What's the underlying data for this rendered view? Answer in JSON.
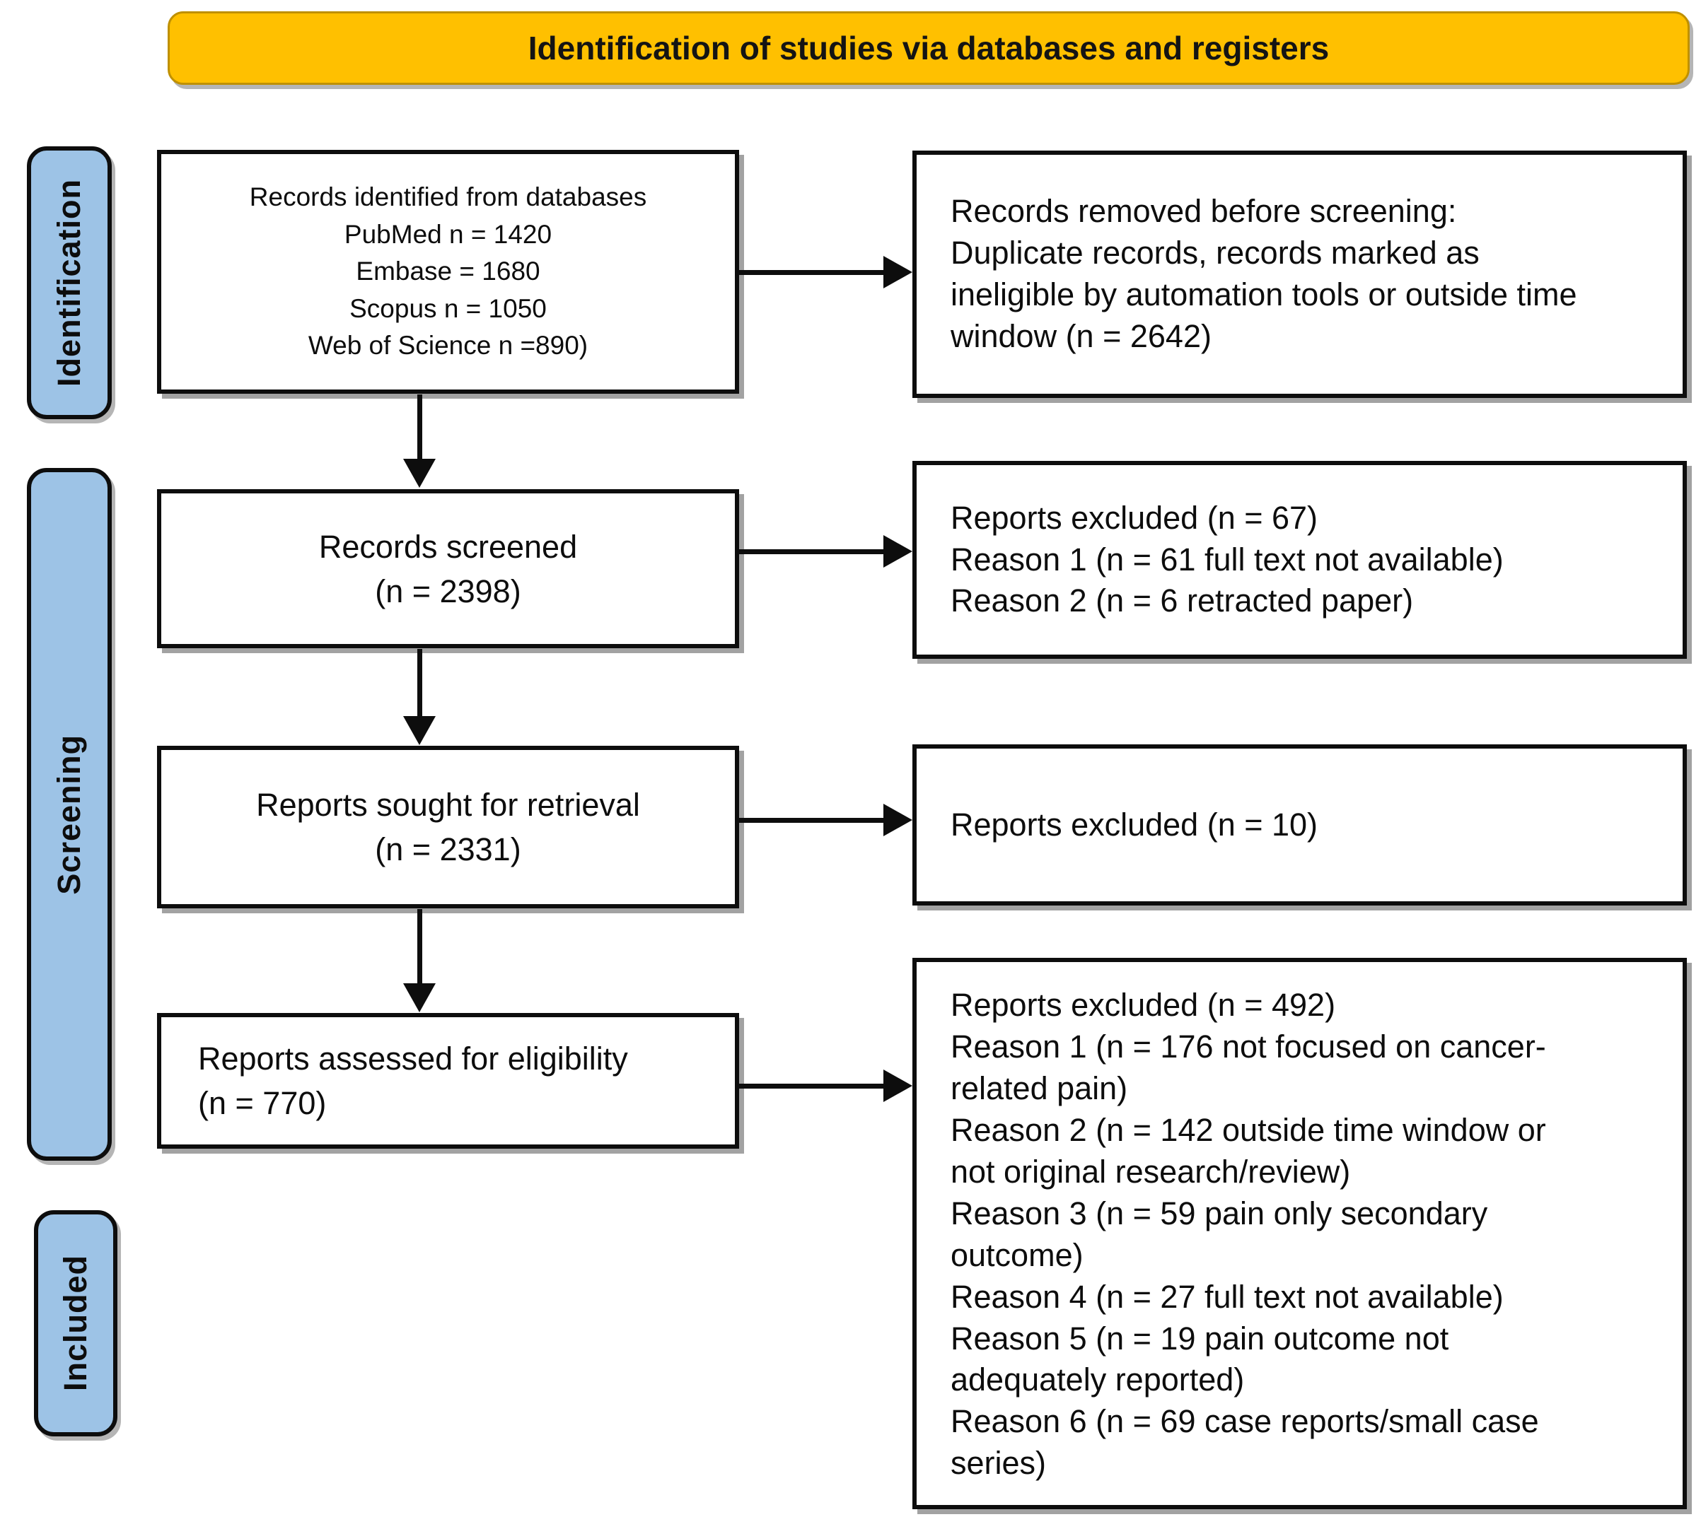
{
  "banner": {
    "title": "Identification of studies via databases and registers"
  },
  "stages": [
    {
      "label": "Identification"
    },
    {
      "label": "Screening"
    },
    {
      "label": "Included"
    }
  ],
  "boxes": {
    "records_identified": {
      "lines": [
        "Records identified from databases",
        "PubMed n = 1420",
        "Embase = 1680",
        "Scopus n = 1050",
        "Web of Science n =890)"
      ]
    },
    "records_removed": {
      "lines": [
        "Records removed before screening:",
        "Duplicate records, records marked as",
        "ineligible by automation tools or outside time",
        "window (n = 2642)"
      ]
    },
    "records_screened": {
      "lines": [
        "Records screened",
        "(n = 2398)"
      ]
    },
    "reports_excluded_screening": {
      "lines": [
        "Reports excluded (n = 67)",
        "Reason 1 (n = 61 full text not available)",
        "Reason 2 (n = 6 retracted paper)"
      ]
    },
    "reports_sought": {
      "lines": [
        "Reports sought for retrieval",
        "(n = 2331)"
      ]
    },
    "reports_excluded_retrieval": {
      "lines": [
        "Reports excluded (n = 10)"
      ]
    },
    "reports_assessed": {
      "lines": [
        "Reports assessed for eligibility",
        "(n = 770)"
      ]
    },
    "reports_excluded_eligibility": {
      "lines": [
        "Reports excluded (n = 492)",
        "Reason 1 (n = 176 not focused on cancer-",
        "related pain)",
        "Reason 2 (n = 142 outside time window or",
        "not original research/review)",
        "Reason 3 (n = 59 pain only secondary",
        "outcome)",
        "Reason 4 (n = 27 full text not available)",
        "Reason 5 (n = 19 pain outcome not",
        "adequately reported)",
        "Reason 6 (n = 69 case reports/small case",
        "series)"
      ]
    }
  },
  "colors": {
    "banner_bg": "#FFC000",
    "banner_border": "#BF9000",
    "stage_bg": "#9DC3E6",
    "box_border": "#0D0D0D",
    "arrow": "#0D0D0D",
    "text": "#0D0D0D",
    "background": "#FFFFFF"
  }
}
